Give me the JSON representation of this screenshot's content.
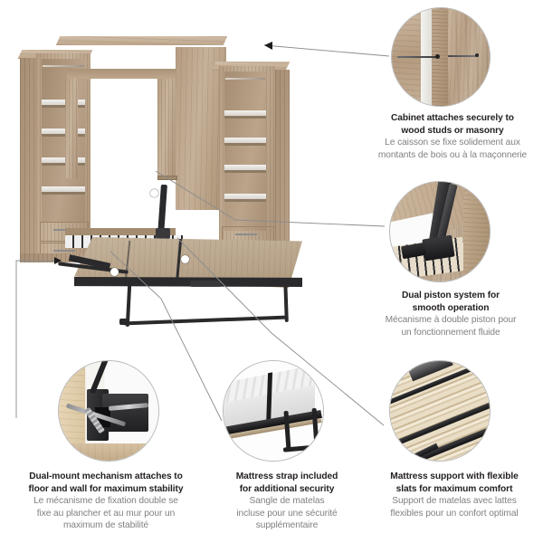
{
  "page": {
    "title": "Murphy bed feature infographic",
    "background": "#ffffff",
    "text_color_en": "#231f20",
    "text_color_fr": "#808080",
    "line_color": "#8c8c8c",
    "wood_tone": "#bca68d",
    "metal_tone": "#2a2a2c"
  },
  "product": {
    "name": "queen-murphy-bed-with-storage-towers",
    "description": "Open Murphy bed with two side storage cabinets"
  },
  "callouts": [
    {
      "id": "cabinet-attachment",
      "photo_name": "cabinet-wall-anchor-photo",
      "en_line1": "Cabinet attaches securely to",
      "en_line2": "wood studs or masonry",
      "fr_line1": "Le caisson se fixe solidement aux",
      "fr_line2": "montants de bois ou à la maçonnerie"
    },
    {
      "id": "dual-piston",
      "photo_name": "dual-piston-mechanism-photo",
      "en_line1": "Dual piston system for",
      "en_line2": "smooth operation",
      "fr_line1": "Mécanisme à double piston pour",
      "fr_line2": "un fonctionnement fluide"
    },
    {
      "id": "dual-mount",
      "photo_name": "dual-mount-bracket-photo",
      "en_line1": "Dual-mount mechanism attaches to",
      "en_line2": "floor and wall for maximum stability",
      "fr_line1": "Le mécanisme de fixation double se",
      "fr_line2": "fixe au plancher et au mur pour un",
      "fr_line3": "maximum de stabilité"
    },
    {
      "id": "mattress-strap",
      "photo_name": "mattress-strap-photo",
      "en_line1": "Mattress strap included",
      "en_line2": "for additional security",
      "fr_line1": "Sangle de matelas",
      "fr_line2": "incluse pour une sécurité",
      "fr_line3": "supplémentaire"
    },
    {
      "id": "mattress-support",
      "photo_name": "flexible-slats-photo",
      "en_line1": "Mattress support with flexible",
      "en_line2": "slats for maximum comfort",
      "fr_line1": "Support de matelas avec lattes",
      "fr_line2": "flexibles pour un confort optimal"
    }
  ]
}
